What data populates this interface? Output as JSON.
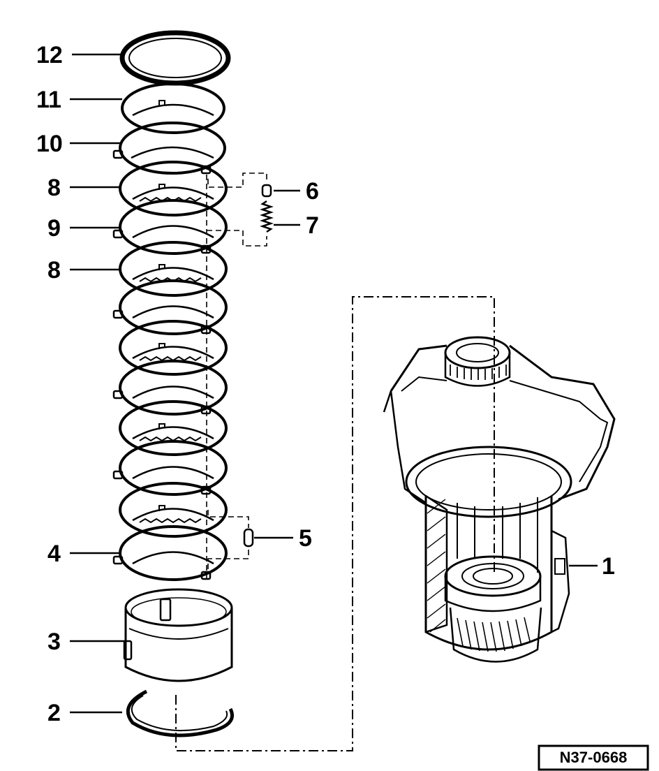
{
  "callouts": {
    "c12": "12",
    "c11": "11",
    "c10": "10",
    "c8a": "8",
    "c9": "9",
    "c8b": "8",
    "c4": "4",
    "c3": "3",
    "c2": "2",
    "c6": "6",
    "c7": "7",
    "c5": "5",
    "c1": "1"
  },
  "figure_ref": "N37-0668"
}
